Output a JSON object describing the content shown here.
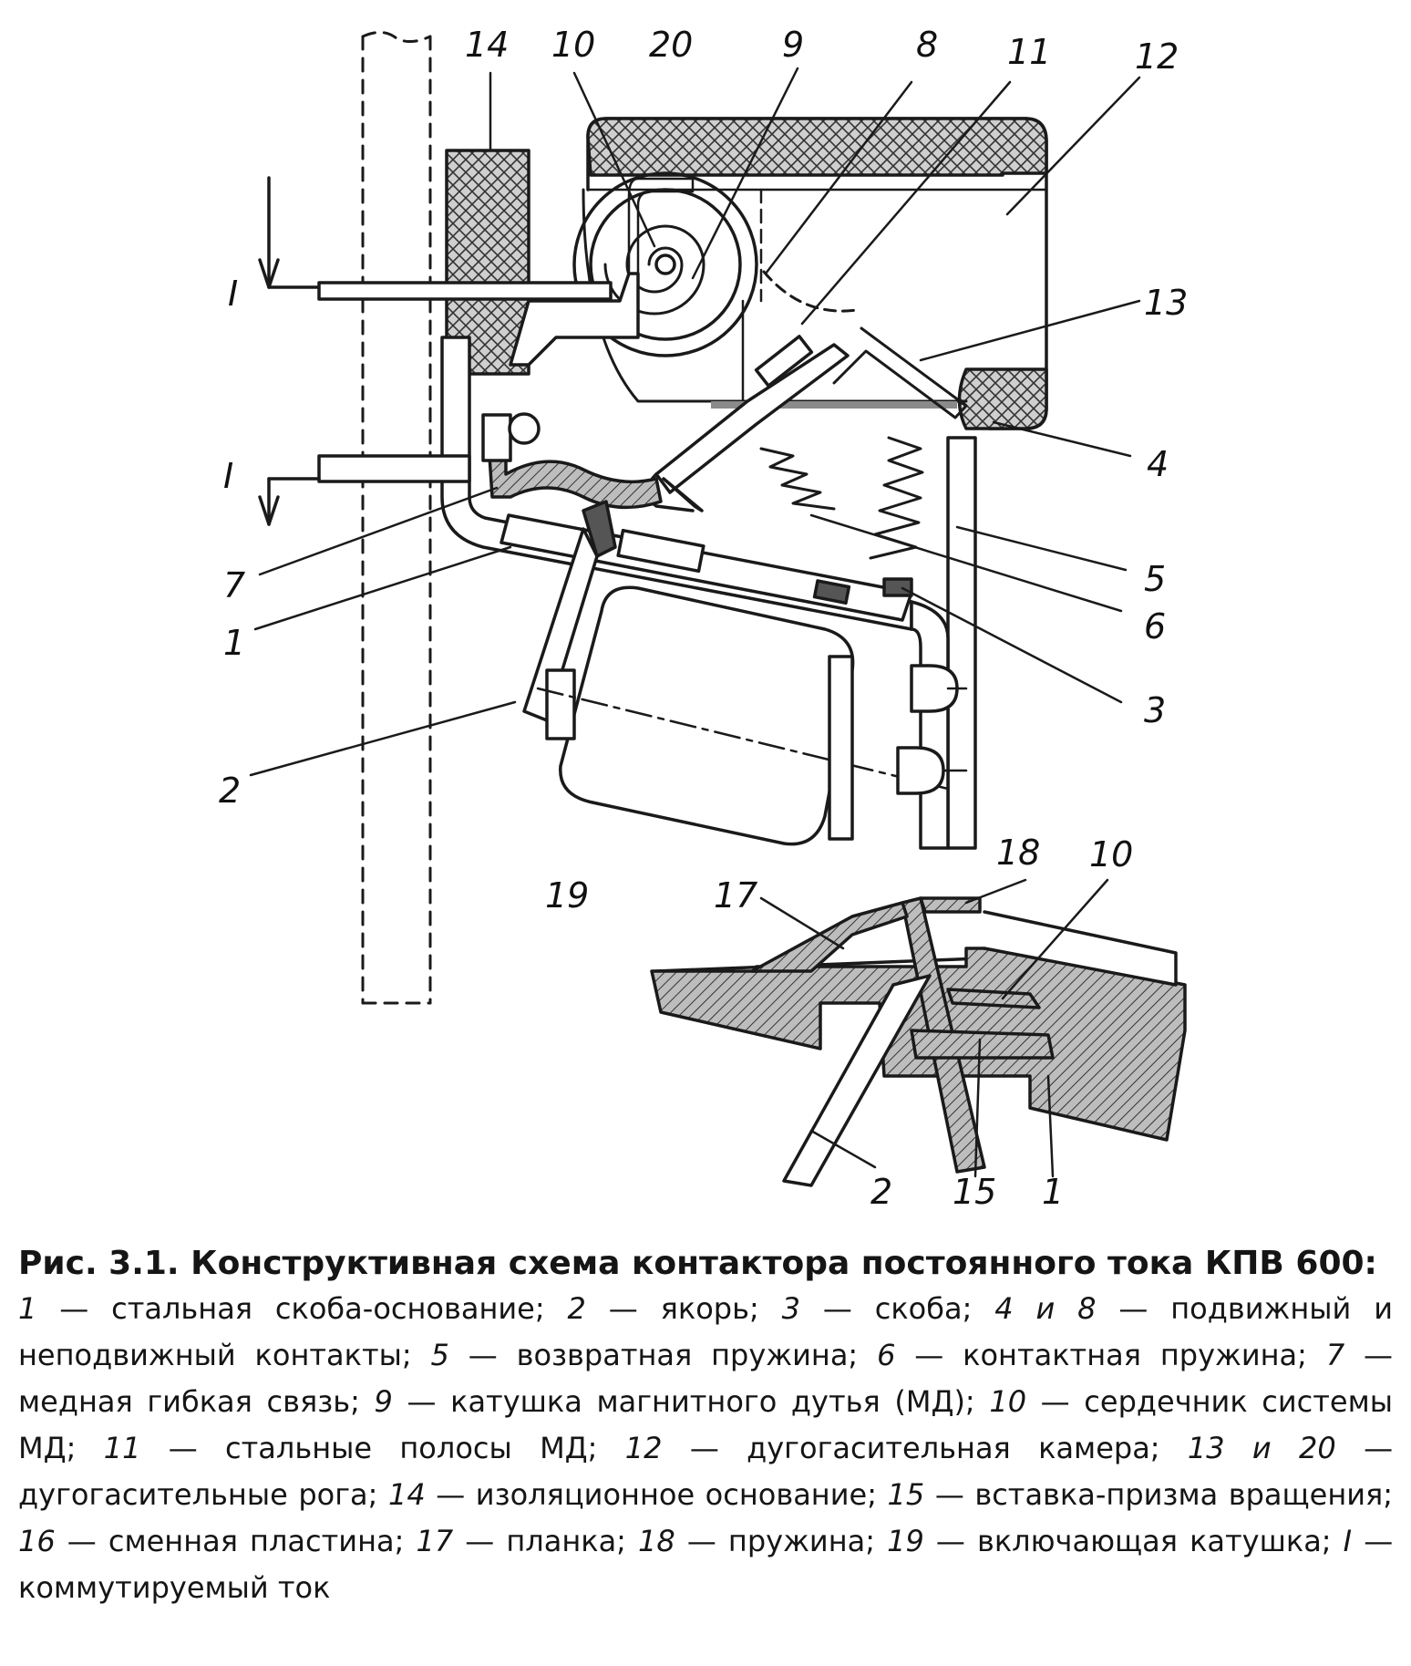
{
  "figure": {
    "labels": {
      "l14": "14",
      "l10": "10",
      "l20": "20",
      "l9": "9",
      "l8": "8",
      "l11": "11",
      "l12": "12",
      "lI1": "I",
      "l13": "13",
      "l4": "4",
      "lI2": "I",
      "l5": "5",
      "l7": "7",
      "l6": "6",
      "l1": "1",
      "l3": "3",
      "l2": "2",
      "l19": "19",
      "d18": "18",
      "d10": "10",
      "d17": "17",
      "d2": "2",
      "d15": "15",
      "d1": "1"
    }
  },
  "caption": {
    "title_prefix": "Рис. 3.1.",
    "title_text": "Конструктивная схема контактора постоянного тока КПВ 600:",
    "items": [
      {
        "key": "1",
        "text": "— стальная скоба-основание;"
      },
      {
        "key": "2",
        "text": "— якорь;"
      },
      {
        "key": "3",
        "text": "— скоба;"
      },
      {
        "key": "4 и 8",
        "text": "— подвижный и неподвижный контакты;"
      },
      {
        "key": "5",
        "text": "— возвратная пружина;"
      },
      {
        "key": "6",
        "text": "— контактная пружина;"
      },
      {
        "key": "7",
        "text": "— медная гибкая связь;"
      },
      {
        "key": "9",
        "text": "— катушка магнитного дутья (МД);"
      },
      {
        "key": "10",
        "text": "— сердечник системы МД;"
      },
      {
        "key": "11",
        "text": "— стальные полосы МД;"
      },
      {
        "key": "12",
        "text": "— дугогасительная камера;"
      },
      {
        "key": "13 и 20",
        "text": "— дугогасительные рога;"
      },
      {
        "key": "14",
        "text": "— изоляционное основание;"
      },
      {
        "key": "15",
        "text": "— вставка-призма вращения;"
      },
      {
        "key": "16",
        "text": "— сменная пластина;"
      },
      {
        "key": "17",
        "text": "— планка;"
      },
      {
        "key": "18",
        "text": "— пружина;"
      },
      {
        "key": "19",
        "text": "— включающая катушка;"
      },
      {
        "key": "I",
        "text": "— коммутируемый ток"
      }
    ]
  }
}
